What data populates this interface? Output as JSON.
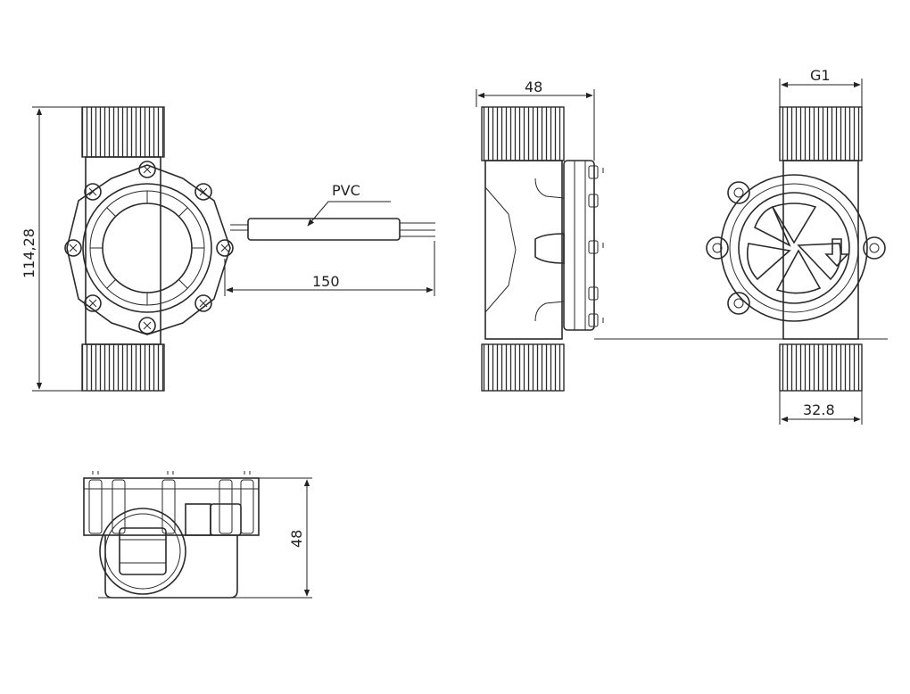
{
  "labels": {
    "height_front": "114,28",
    "cable_length": "150",
    "cable_material": "PVC",
    "width_side": "48",
    "thread_spec": "G1",
    "thread_width": "32.8",
    "height_bottom": "48"
  }
}
